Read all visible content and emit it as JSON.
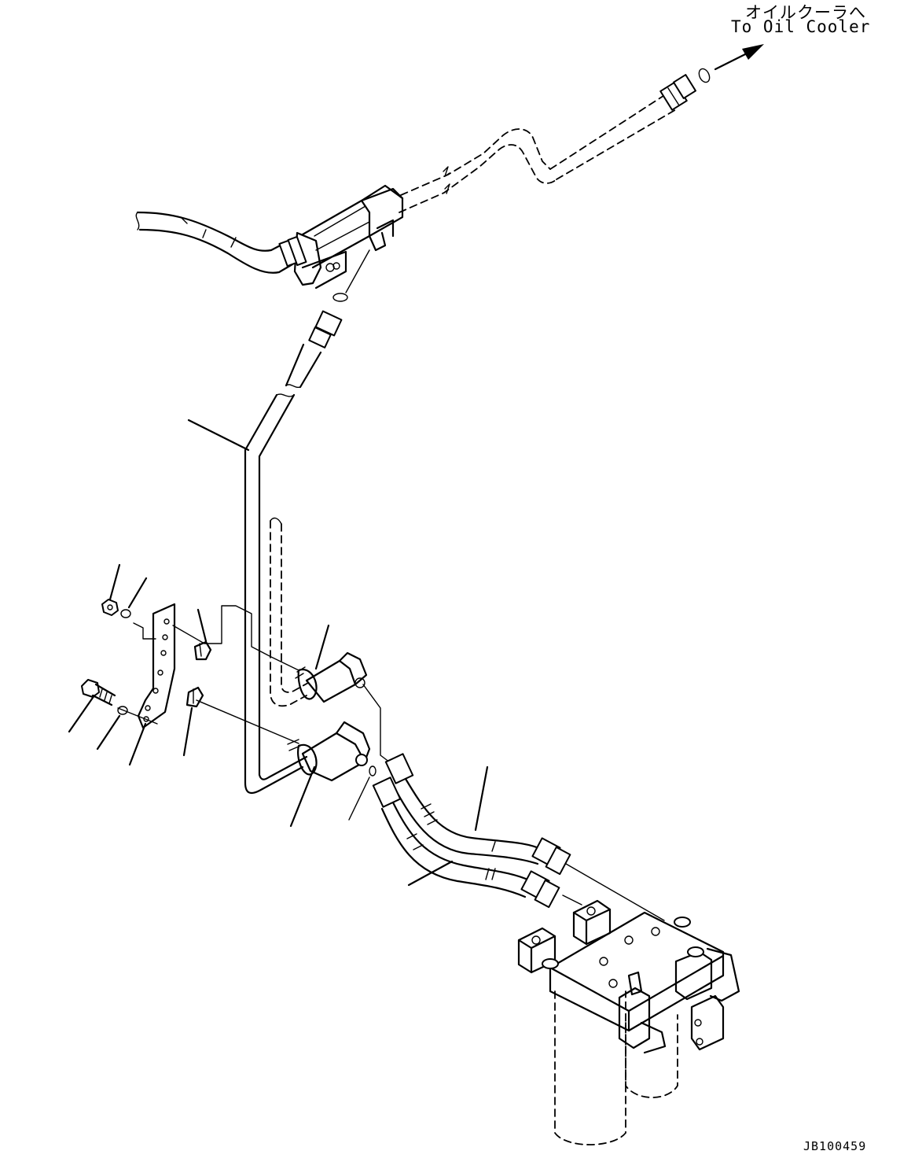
{
  "diagram": {
    "destination_label_jp": "オイルクーラへ",
    "destination_label_en": "To Oil Cooler",
    "drawing_code": "JB100459"
  },
  "colors": {
    "line": "#000000",
    "background": "#ffffff"
  }
}
